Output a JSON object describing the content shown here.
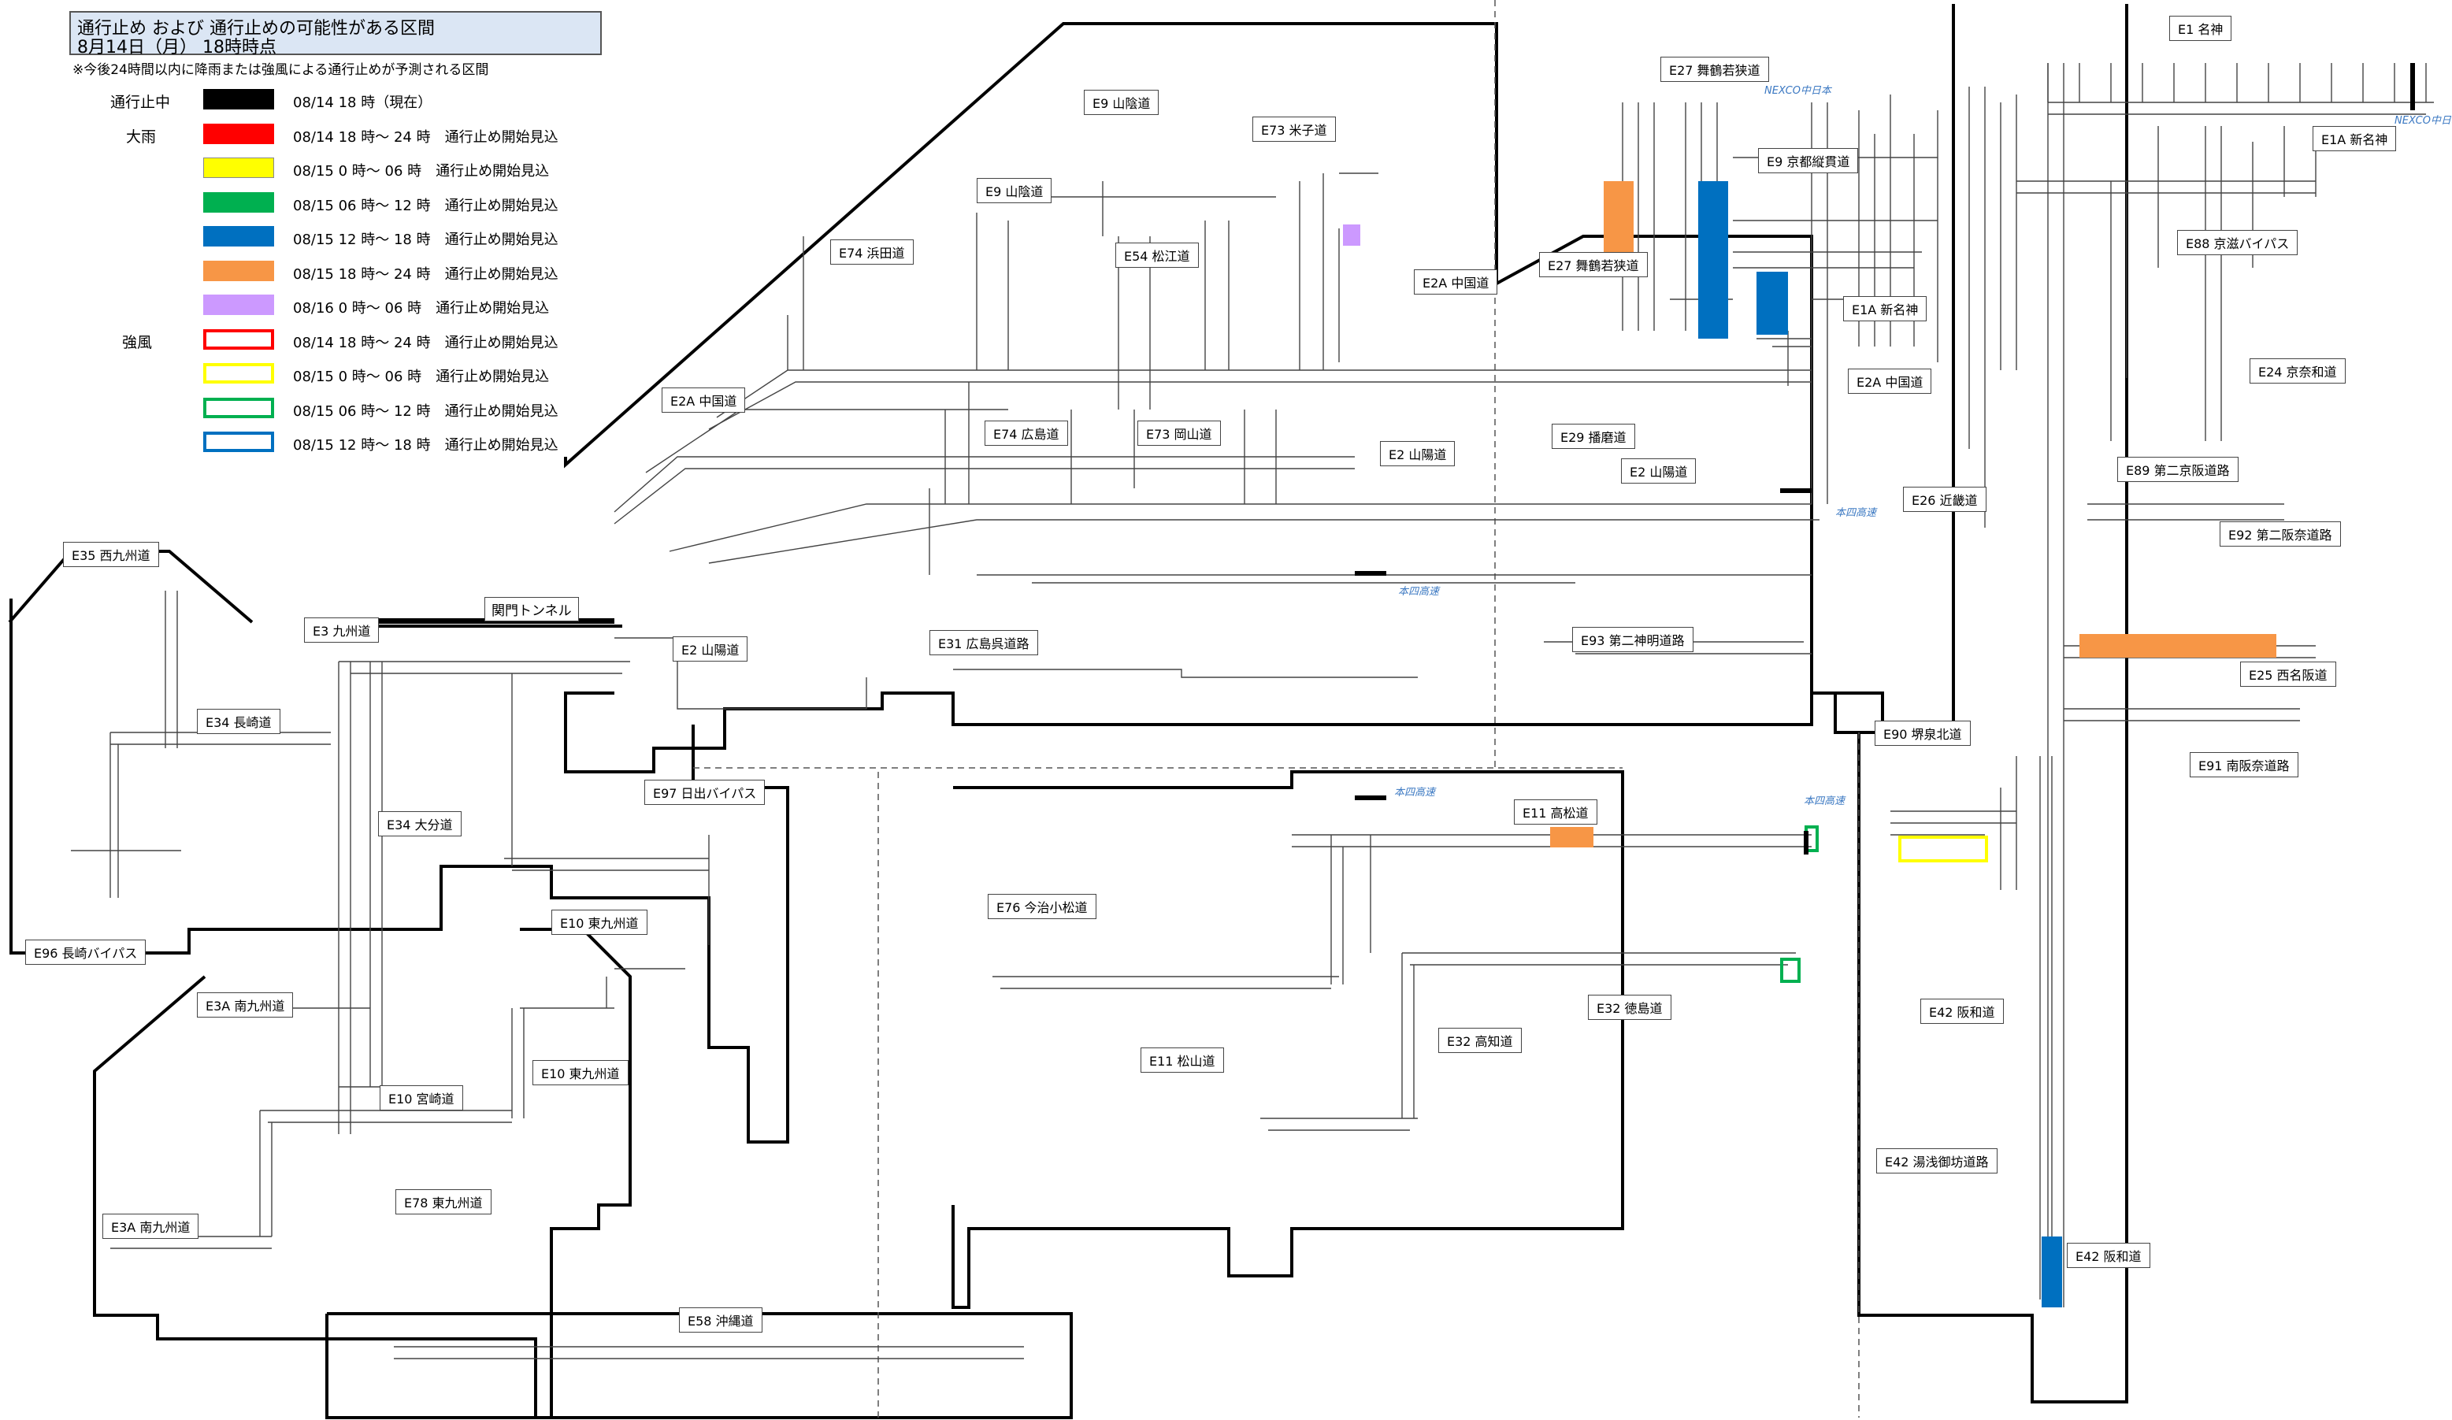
{
  "header": {
    "title": "通行止め および 通行止めの可能性がある区間",
    "datetime": "8月14日（月） 18時時点",
    "note": "※今後24時間以内に降雨または強風による通行止めが予測される区間"
  },
  "legend": {
    "items": [
      {
        "category": "通行止中",
        "text": "08/14 18 時（現在）",
        "fill": "#000000",
        "border": "#000000",
        "outline": false
      },
      {
        "category": "大雨",
        "text": "08/14 18 時～ 24 時　通行止め開始見込",
        "fill": "#ff0000",
        "border": "#ff0000",
        "outline": false
      },
      {
        "category": "",
        "text": "08/15 0 時～ 06 時　通行止め開始見込",
        "fill": "#ffff00",
        "border": "#888888",
        "outline": false
      },
      {
        "category": "",
        "text": "08/15 06 時～ 12 時　通行止め開始見込",
        "fill": "#00b050",
        "border": "#00b050",
        "outline": false
      },
      {
        "category": "",
        "text": "08/15 12 時～ 18 時　通行止め開始見込",
        "fill": "#0070c0",
        "border": "#0070c0",
        "outline": false
      },
      {
        "category": "",
        "text": "08/15 18 時～ 24 時　通行止め開始見込",
        "fill": "#f79646",
        "border": "#f79646",
        "outline": false
      },
      {
        "category": "",
        "text": "08/16 0 時～ 06 時　通行止め開始見込",
        "fill": "#cc99ff",
        "border": "#cc99ff",
        "outline": false
      },
      {
        "category": "強風",
        "text": "08/14 18 時～ 24 時　通行止め開始見込",
        "fill": "#ffffff",
        "border": "#ff0000",
        "outline": true
      },
      {
        "category": "",
        "text": "08/15 0 時～ 06 時　通行止め開始見込",
        "fill": "#ffffff",
        "border": "#ffff00",
        "outline": true
      },
      {
        "category": "",
        "text": "08/15 06 時～ 12 時　通行止め開始見込",
        "fill": "#ffffff",
        "border": "#00b050",
        "outline": true
      },
      {
        "category": "",
        "text": "08/15 12 時～ 18 時　通行止め開始見込",
        "fill": "#ffffff",
        "border": "#0070c0",
        "outline": true
      }
    ]
  },
  "routes": [
    "E1 名神",
    "E1A 新名神",
    "E27 舞鶴若狭道",
    "E9 京都縦貫道",
    "E27 舞鶴若狭道",
    "E1A 新名神",
    "E9 山陰道",
    "E73 米子道",
    "E9 山陰道",
    "E54 松江道",
    "E74 浜田道",
    "E2A 中国道",
    "E2A 中国道",
    "E2A 中国道",
    "E74 広島道",
    "E73 岡山道",
    "E2 山陽道",
    "E29 播磨道",
    "E2 山陽道",
    "E26 近畿道",
    "E88 京滋バイパス",
    "E24 京奈和道",
    "E89 第二京阪道路",
    "E92 第二阪奈道路",
    "E35 西九州道",
    "E3 九州道",
    "E34 長崎道",
    "E2 山陽道",
    "E31 広島呉道路",
    "E93 第二神明道路",
    "E25 西名阪道",
    "E90 堺泉北道",
    "E91 南阪奈道路",
    "E97 日出バイパス",
    "E34 大分道",
    "E10 東九州道",
    "E11 高松道",
    "E76 今治小松道",
    "E32 徳島道",
    "E11 松山道",
    "E32 高知道",
    "E42 阪和道",
    "E42 湯浅御坊道路",
    "E42 阪和道",
    "E96 長崎バイパス",
    "E3A 南九州道",
    "E10 宮崎道",
    "E10 東九州道",
    "E78 東九州道",
    "E3A 南九州道",
    "E58 沖縄道"
  ],
  "tunnel": "関門トンネル",
  "flow_labels": [
    "NEXCO中日本",
    "NEXCO中日本",
    "本四高速",
    "本四高速",
    "本四高速",
    "本四高速"
  ],
  "icon": {
    "name": "arrow-right-icon"
  }
}
